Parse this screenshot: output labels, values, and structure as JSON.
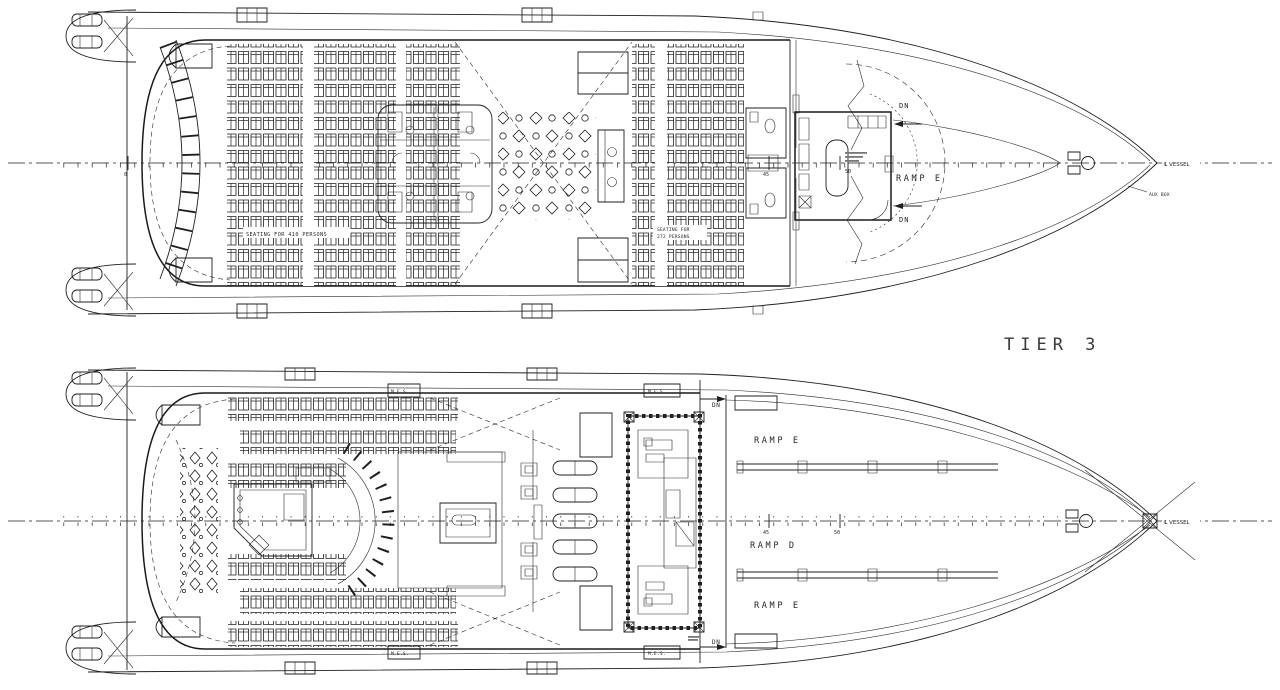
{
  "page": {
    "background": "#ffffff",
    "ink": "#1f1f1f"
  },
  "tier_label": "TIER 3",
  "upper": {
    "seating_left": "SEATING FOR 410 PERSONS",
    "seating_right": [
      "SEATING FOR",
      "272 PERSONS"
    ],
    "ramp": "RAMP E",
    "dn": [
      "DN",
      "DN"
    ],
    "stations": {
      "s0": "0",
      "s45": "45",
      "s50": "50"
    },
    "centerline": "℄ VESSEL",
    "bow_note": "AUX BOX"
  },
  "lower": {
    "ramps": [
      "RAMP E",
      "RAMP D",
      "RAMP E"
    ],
    "dn": [
      "DN",
      "DN"
    ],
    "mes": [
      "M.E.S.",
      "M.E.S.",
      "M.E.S.",
      "M.E.S."
    ],
    "stations": {
      "s45": "45",
      "s50": "50"
    },
    "centerline": "℄ VESSEL"
  }
}
